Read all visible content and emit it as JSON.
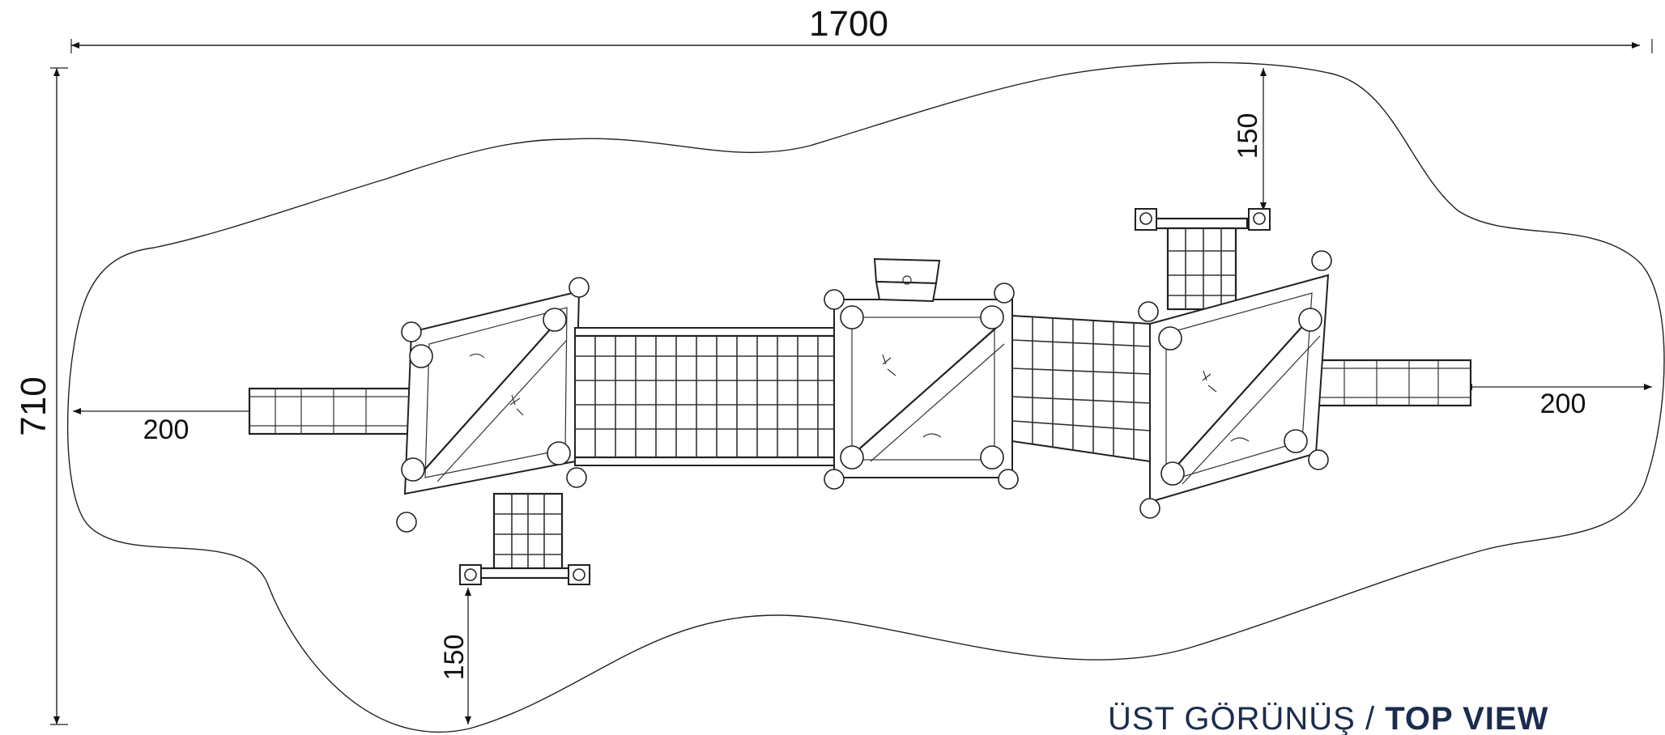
{
  "dimensions": {
    "overall_length": "1700",
    "overall_width": "710",
    "left_clearance": "200",
    "right_clearance": "200",
    "top_clearance": "150",
    "bottom_clearance": "150"
  },
  "caption": {
    "turkish": "ÜST GÖRÜNÜŞ /",
    "english": "TOP VIEW"
  },
  "colors": {
    "line": "#222222",
    "caption": "#1b2c4e"
  }
}
